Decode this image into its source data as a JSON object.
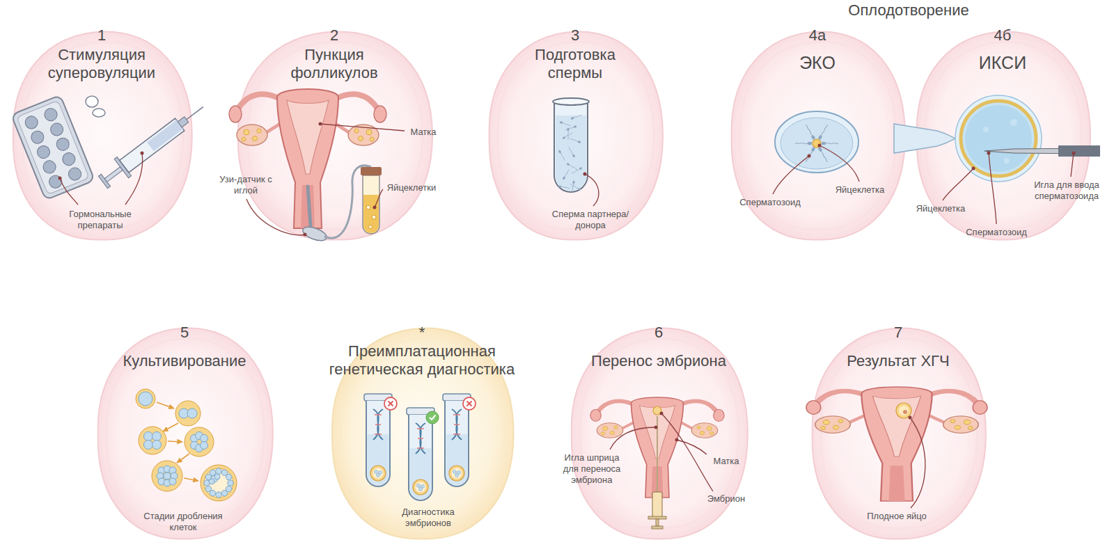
{
  "diagram": {
    "nodes": [
      {
        "text": [
          "1",
          "Стимуляция суперовуляции"
        ]
      },
      {
        "text": [
          "2",
          "Пункция фолликулов"
        ]
      },
      {
        "text": [
          "3",
          "Подготовка спермы"
        ]
      },
      {
        "text": [
          "4а",
          "ЭКО"
        ]
      },
      {
        "text": [
          "4б",
          "ИКСИ"
        ]
      },
      {
        "text": [
          "5",
          "Культивирование"
        ]
      },
      {
        "text": [
          "*",
          "Преимплатационная генетическая диагностика"
        ]
      },
      {
        "text": [
          "6",
          "Перенос эмбриона"
        ]
      },
      {
        "text": [
          "7",
          "Результат ХГЧ"
        ]
      }
    ],
    "labels": [
      "Оплодотворение",
      "Гормональные препараты",
      "Матка",
      "Узи-датчик с иглой",
      "Яйцеклетки",
      "Сперма партнера/донора",
      "Сперматозоид",
      "Яйцеклетка",
      "Яйцеклетка",
      "Игла для ввода сперматозоида",
      "Сперматозоид",
      "Стадии дробления клеток",
      "Диагностика эмбрионов",
      "Игла шприца для переноса эмбриона",
      "Матка",
      "Эмбрион",
      "Плодное яйцо"
    ]
  }
}
